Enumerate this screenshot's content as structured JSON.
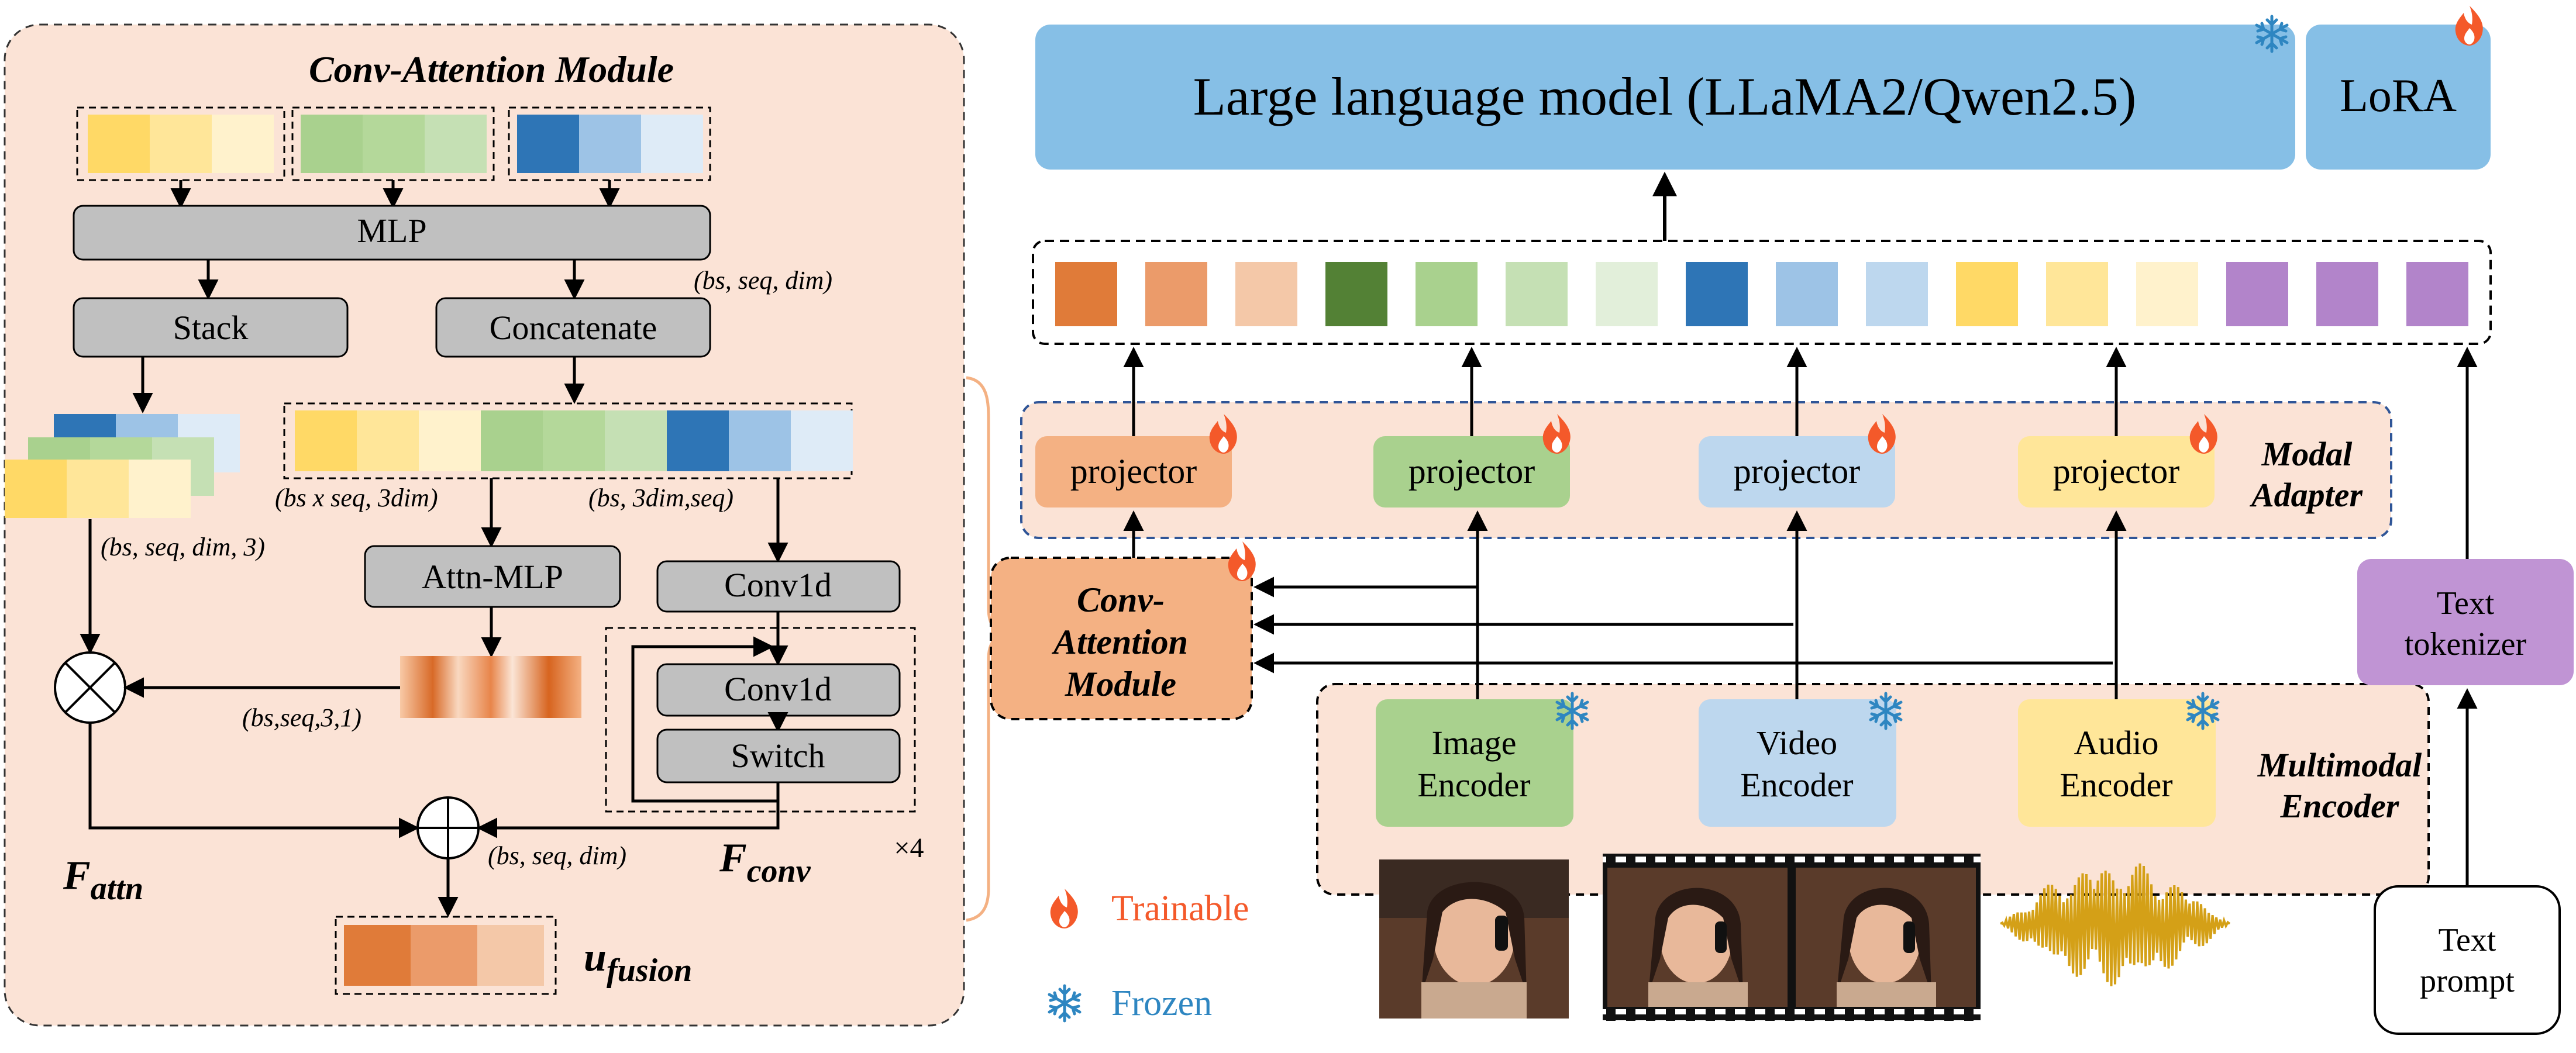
{
  "conv_attention_detail": {
    "title": "Conv-Attention Module",
    "mlp_label": "MLP",
    "mlp_shape": "(bs, seq, dim)",
    "stack_label": "Stack",
    "concatenate_label": "Concatenate",
    "stack_shape": "(bs, seq, dim, 3)",
    "concat_shape_left": "(bs x seq, 3dim)",
    "concat_shape_right": "(bs, 3dim,seq)",
    "attn_mlp_label": "Attn-MLP",
    "conv1d_outer_label": "Conv1d",
    "conv1d_inner_label": "Conv1d",
    "switch_label": "Switch",
    "repeat_label": "×4",
    "attn_weight_shape": "(bs,seq,3,1)",
    "fusion_shape": "(bs, seq, dim)",
    "f_attn_main": "F",
    "f_attn_sub": "attn",
    "f_conv_main": "F",
    "f_conv_sub": "conv",
    "u_fusion_main": "u",
    "u_fusion_sub": "fusion"
  },
  "pipeline": {
    "llm_label": "Large language model (LLaMA2/Qwen2.5)",
    "lora_label": "LoRA",
    "projector_labels": [
      "projector",
      "projector",
      "projector",
      "projector"
    ],
    "modal_adapter_label_line1": "Modal",
    "modal_adapter_label_line2": "Adapter",
    "conv_module_line1": "Conv-",
    "conv_module_line2": "Attention",
    "conv_module_line3": "Module",
    "image_encoder_line1": "Image",
    "image_encoder_line2": "Encoder",
    "video_encoder_line1": "Video",
    "video_encoder_line2": "Encoder",
    "audio_encoder_line1": "Audio",
    "audio_encoder_line2": "Encoder",
    "multimodal_encoder_line1": "Multimodal",
    "multimodal_encoder_line2": "Encoder",
    "text_tokenizer_line1": "Text",
    "text_tokenizer_line2": "tokenizer",
    "text_prompt_line1": "Text",
    "text_prompt_line2": "prompt"
  },
  "legend": {
    "trainable_label": "Trainable",
    "frozen_label": "Frozen"
  },
  "icons": {
    "trainable": "flame-icon",
    "frozen": "snowflake-icon"
  },
  "colors": {
    "panel_bg": "#fbe3d6",
    "llm_bg": "#86bfe6",
    "projector_orange": "#f4b183",
    "projector_green": "#a9d18e",
    "projector_blue": "#bdd7ee",
    "projector_yellow": "#ffe699",
    "conv_module": "#f4b183",
    "text_tokenizer": "#c094d4",
    "grey_box": "#c0c0c0",
    "flame": "#f4592a",
    "snowflake": "#2e86c1",
    "audio_wave": "#d4a017",
    "orange_tokens": [
      "#e07b39",
      "#eb9b6a",
      "#f4c8a8"
    ],
    "green_tokens": [
      "#538135",
      "#a9d18e",
      "#c5e0b4",
      "#e2efda"
    ],
    "blue_tokens": [
      "#2e75b6",
      "#9dc3e6",
      "#bdd7ee"
    ],
    "yellow_tokens": [
      "#ffd966",
      "#ffe699",
      "#fff2cc"
    ],
    "purple_tokens": [
      "#b284ca",
      "#b284ca",
      "#b284ca"
    ]
  }
}
